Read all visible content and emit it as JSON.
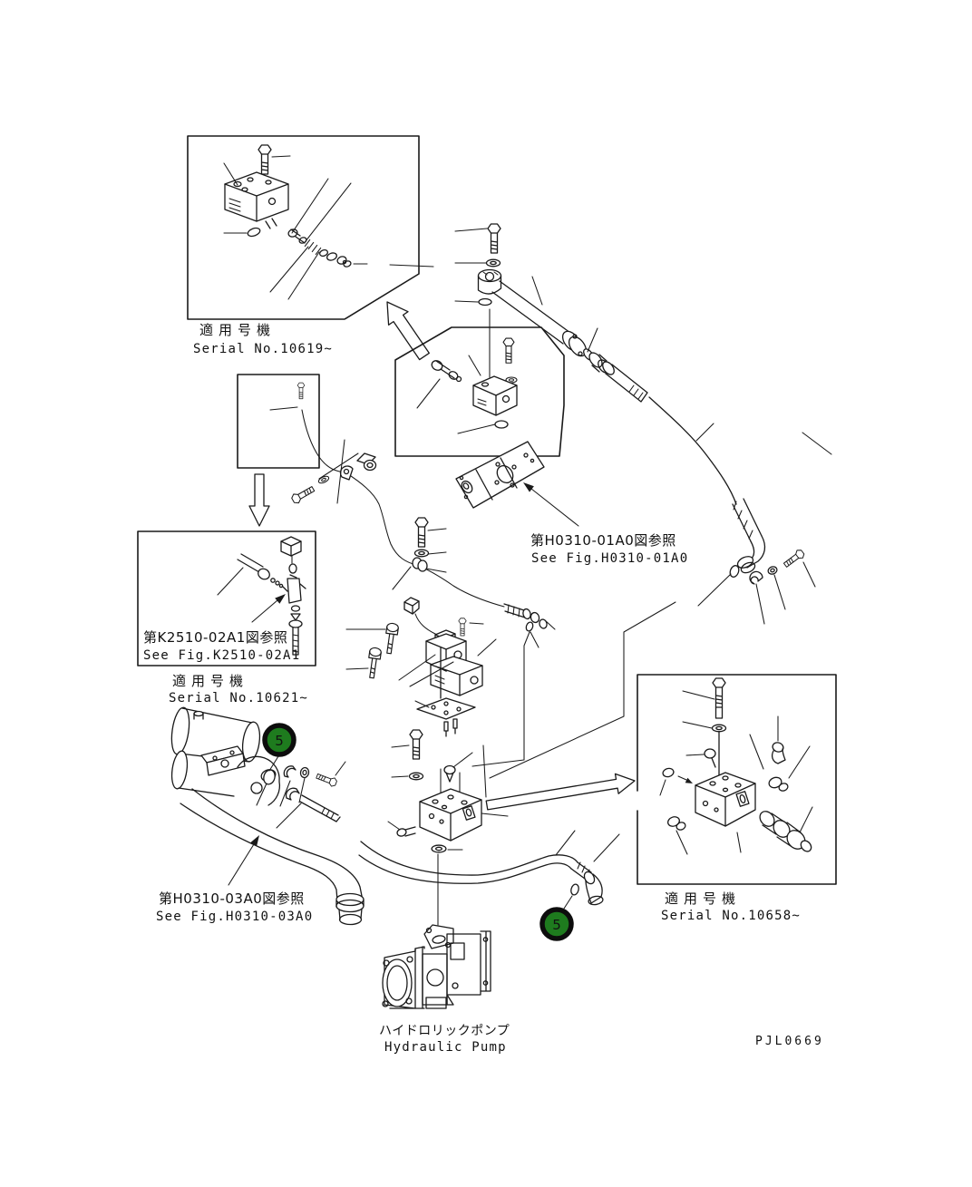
{
  "page": {
    "background": "#ffffff",
    "line_color": "#1a1a1a"
  },
  "figure_code": "PJL0669",
  "callout": {
    "number": "5",
    "fill": "#1e7b1e",
    "ring": "#0d0d0d",
    "text_color": "#ffffff"
  },
  "labels": {
    "applicable_serial": "適用号機",
    "serial_10619": "Serial No.10619~",
    "serial_10621": "Serial No.10621~",
    "serial_10658": "Serial No.10658~",
    "fig_h0310_01a0_jp": "第H0310-01A0図参照",
    "fig_h0310_01a0_en": "See Fig.H0310-01A0",
    "fig_k2510_02a1_jp": "第K2510-02A1図参照",
    "fig_k2510_02a1_en": "See Fig.K2510-02A1",
    "fig_h0310_03a0_jp": "第H0310-03A0図参照",
    "fig_h0310_03a0_en": "See Fig.H0310-03A0",
    "pump_jp": "ハイドロリックポンプ",
    "pump_en": "Hydraulic Pump"
  }
}
